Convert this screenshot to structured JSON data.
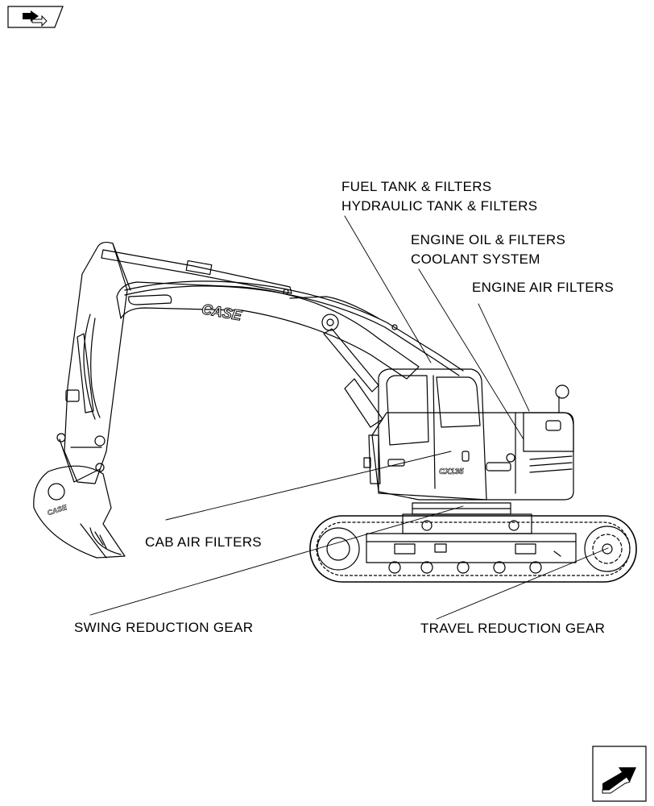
{
  "nav": {
    "top_left": {
      "icon": "previous-page-arrow-icon"
    },
    "bottom_right": {
      "icon": "next-page-arrow-icon"
    }
  },
  "machine": {
    "brand_logo": "CASE",
    "model_badge": "CX135",
    "bucket_badge": "CASE"
  },
  "callouts": {
    "fuel_tank": "FUEL TANK & FILTERS",
    "hydraulic_tank": "HYDRAULIC TANK & FILTERS",
    "engine_oil": "ENGINE OIL & FILTERS",
    "coolant": "COOLANT SYSTEM",
    "engine_air": "ENGINE AIR FILTERS",
    "cab_air": "CAB AIR FILTERS",
    "swing_gear": "SWING REDUCTION GEAR",
    "travel_gear": "TRAVEL REDUCTION GEAR"
  },
  "colors": {
    "line": "#000000",
    "background": "#ffffff"
  }
}
